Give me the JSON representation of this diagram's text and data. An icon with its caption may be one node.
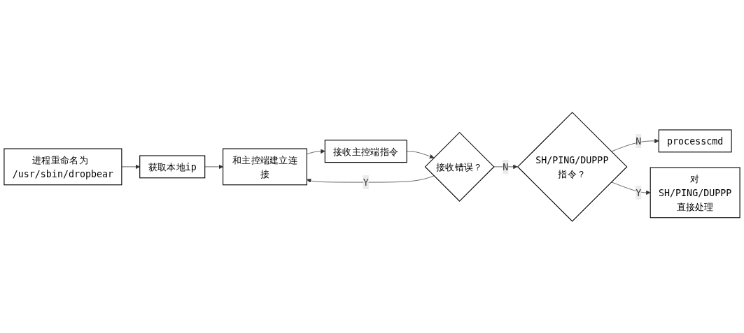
{
  "diagram": {
    "nodes": [
      {
        "text": [
          "进程重命名为 /usr/sbin/dropbear"
        ]
      },
      {
        "text": [
          "获取本地ip"
        ]
      },
      {
        "text": [
          "和主控端建立连接"
        ]
      },
      {
        "text": [
          "接收主控端指令"
        ]
      },
      {
        "text": [
          "接收错误？"
        ]
      },
      {
        "text": [
          "SH/PING/DUPPP指令？"
        ]
      },
      {
        "text": [
          "processcmd"
        ]
      },
      {
        "text": [
          "对SH/PING/DUPPP直接处理"
        ]
      }
    ],
    "edges": [
      {
        "from": 0,
        "to": 1,
        "arrow": "to"
      },
      {
        "from": 1,
        "to": 2,
        "arrow": "to"
      },
      {
        "from": 2,
        "to": 3,
        "arrow": "to"
      },
      {
        "from": 3,
        "to": 4,
        "arrow": "to"
      },
      {
        "from": 4,
        "to": 2,
        "arrow": "to",
        "label": "Y"
      },
      {
        "from": 4,
        "to": 5,
        "arrow": "to",
        "label": "N"
      },
      {
        "from": 5,
        "to": 6,
        "arrow": "to",
        "label": "N"
      },
      {
        "from": 5,
        "to": 7,
        "arrow": "to",
        "label": "Y"
      }
    ]
  }
}
